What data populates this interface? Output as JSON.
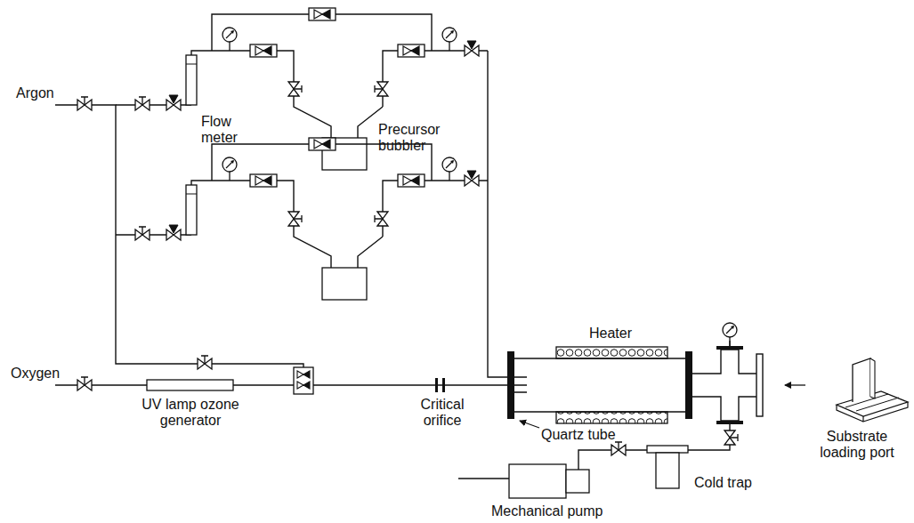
{
  "diagram": {
    "labels": [
      "Argon",
      "Flow meter",
      "Precursor bubbler",
      "Oxygen",
      "UV lamp ozone generator",
      "Critical orifice",
      "Heater",
      "Quartz tube",
      "Substrate loading port",
      "Cold trap",
      "Mechanical pump"
    ]
  }
}
